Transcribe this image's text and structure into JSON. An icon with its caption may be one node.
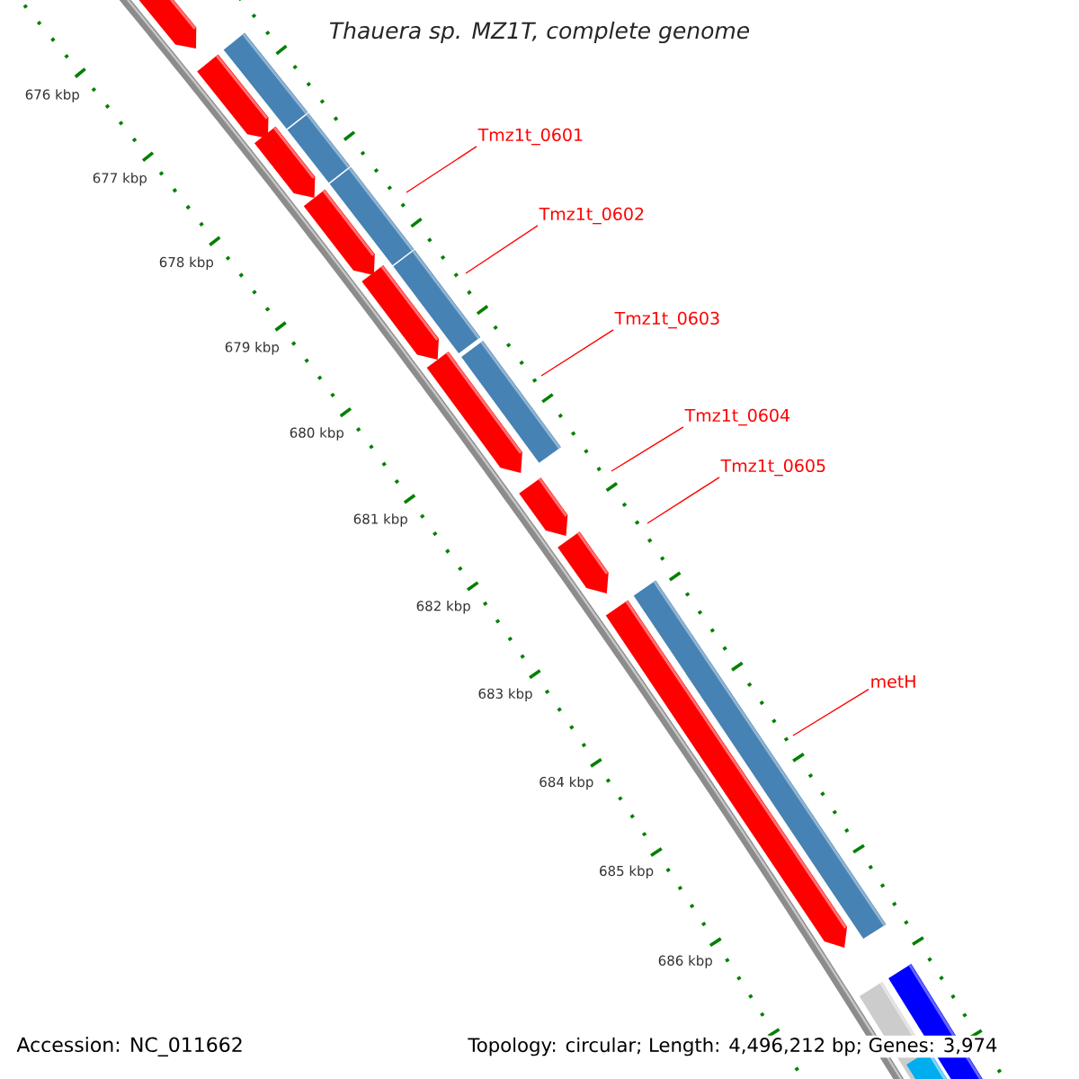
{
  "diagram": {
    "title": "Thauera sp. MZ1T, complete genome",
    "nodes": [
      {
        "text": [
          "Tmz1t_0601"
        ]
      },
      {
        "text": [
          "Tmz1t_0602"
        ]
      },
      {
        "text": [
          "Tmz1t_0603"
        ]
      },
      {
        "text": [
          "Tmz1t_0604"
        ]
      },
      {
        "text": [
          "Tmz1t_0605"
        ]
      },
      {
        "text": [
          "metH"
        ]
      }
    ],
    "edges": [
      {
        "from": 0,
        "to": null,
        "arrow": "none"
      },
      {
        "from": 1,
        "to": null,
        "arrow": "none"
      },
      {
        "from": 2,
        "to": null,
        "arrow": "none"
      },
      {
        "from": 3,
        "to": null,
        "arrow": "none"
      },
      {
        "from": 4,
        "to": null,
        "arrow": "none"
      },
      {
        "from": 5,
        "to": null,
        "arrow": "none"
      }
    ],
    "labels": [
      "676 kbp",
      "677 kbp",
      "678 kbp",
      "679 kbp",
      "680 kbp",
      "681 kbp",
      "682 kbp",
      "683 kbp",
      "684 kbp",
      "685 kbp",
      "686 kbp",
      "Accession: NC_011662",
      "Topology: circular; Length: 4,496,212 bp; Genes: 3,974"
    ]
  }
}
